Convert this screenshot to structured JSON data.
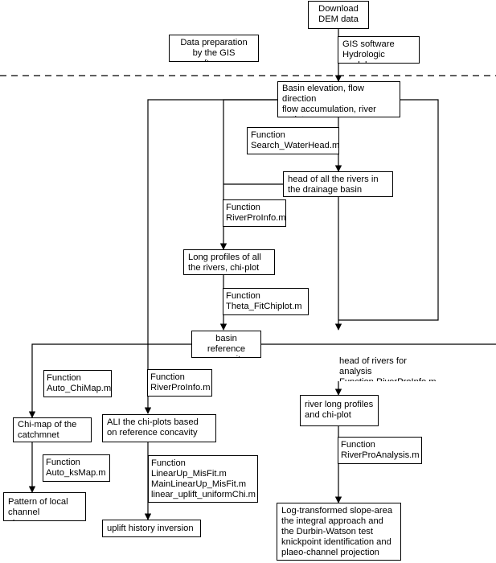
{
  "nodes": {
    "download_dem": "Download\nDEM data",
    "data_prep": "Data preparation\nby the GIS softwares",
    "gis_software": "GIS software\nHydrologic module",
    "basin_elevation": "Basin elevation, flow direction\nflow accumulation, river outlet\nconversion into txt format",
    "fn_search_waterhead": "Function\nSearch_WaterHead.m",
    "head_all_rivers": "head of all the rivers in\nthe drainage basin",
    "fn_riverproinfo_1": "Function\nRiverProInfo.m",
    "long_profiles": "Long profiles of all\nthe rivers, chi-plot",
    "fn_theta_fitchiplot": "Function\nTheta_FitChiplot.m",
    "basin_ref_concavity": "basin reference\nconcavity",
    "fn_auto_chimap": "Function\nAuto_ChiMap.m",
    "fn_riverproinfo_2": "Function\nRiverProInfo.m",
    "head_rivers_analysis": "head of rivers for analysis\nFunction RiverProInfo.m",
    "chi_map": "Chi-map of the\ncatchmnet",
    "ali_chiplots": "ALI the chi-plots based\non reference concavity",
    "river_long_profiles": "river long profiles\nand chi-plot",
    "fn_auto_ksmap": "Function\nAuto_ksMap.m",
    "fn_linear_misfit": "Function\nLinearUp_MisFit.m\nMainLinearUp_MisFit.m\nlinear_uplift_uniformChi.m",
    "fn_riverproanalysis": "Function\nRiverProAnalysis.m",
    "pattern_local": "Pattern of local\nchannel steepness",
    "uplift_history": "uplift history inversion",
    "log_transformed": "Log-transformed slope-area\nthe integral approach and\nthe Durbin-Watson test\nknickpoint identification and\nplaeo-channel projection"
  }
}
